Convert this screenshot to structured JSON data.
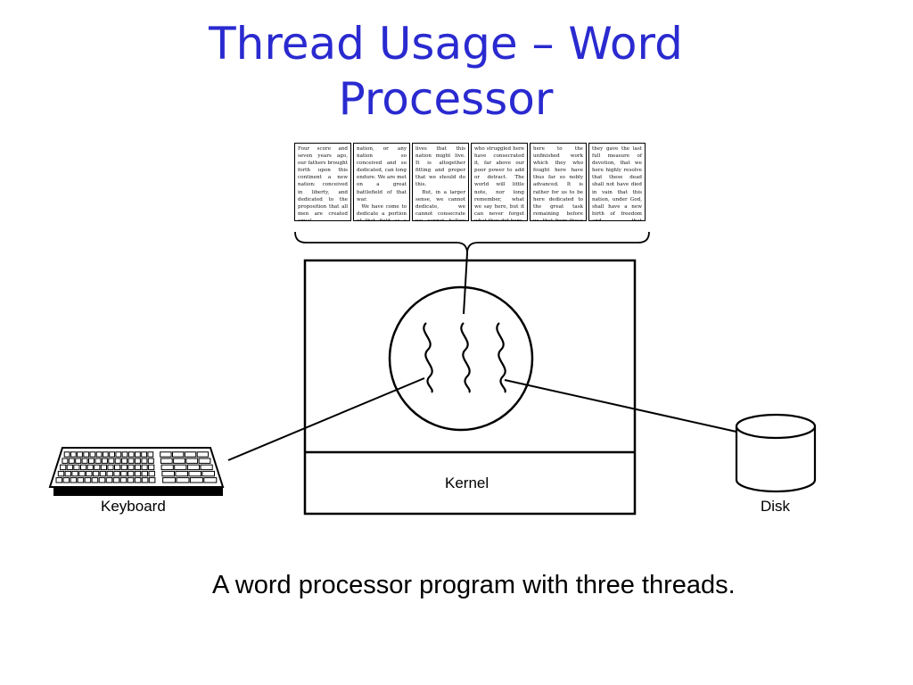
{
  "slide": {
    "title_line1": "Thread Usage – Word",
    "title_line2": "Processor",
    "caption": "A word processor program with three threads."
  },
  "document": {
    "columns": [
      "Four score and seven years ago, our fathers brought forth upon this continent a new nation: conceived in liberty, and dedicated to the proposition that all men are created equal.\n  Now we are engaged in a great civil war testing whether that",
      "nation, or any nation so conceived and so dedicated, can long endure. We are met on a great battlefield of that war.\n  We have come to dedicate a portion of that field as a final resting place for those who here gave their",
      "lives that this nation might live. It is altogether fitting and proper that we should do this.\n  But, in a larger sense, we cannot dedicate, we cannot consecrate we cannot hallow this ground. The brave men, living and dead,",
      "who struggled here have consecrated it, far above our poor power to add or detract. The world will little note, nor long remember, what we say here, but it can never forget what they did here.\n  It is for us the living, rather, to be dedicated",
      "here to the unfinished work which they who fought here have thus far so nobly advanced. It is rather for us to be here dedicated to the great task remaining before us, that from these honored dead we take increased devotion to that cause for which",
      "they gave the last full measure of devotion, that we here highly resolve that these dead shall not have died in vain that this nation, under God, shall have a new birth of freedom and that government of the people by the people, for the people"
    ]
  },
  "labels": {
    "kernel": "Kernel",
    "keyboard": "Keyboard",
    "disk": "Disk"
  }
}
